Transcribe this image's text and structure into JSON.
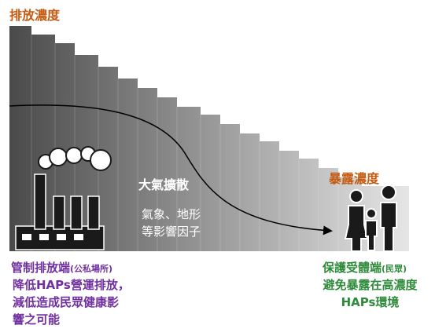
{
  "emission_label": "排放濃度",
  "exposure_label": "暴露濃度",
  "dispersion_label": "大氣擴散",
  "factors_line1": "氣象、地形",
  "factors_line2": "等影響因子",
  "source": {
    "title": "管制排放端",
    "qualifier": "(公私場所)",
    "desc_line1": "降低HAPs營運排放，",
    "desc_line2": "減低造成民眾健康影",
    "desc_line3": "響之可能"
  },
  "receptor": {
    "title": "保護受體端",
    "qualifier": "(民眾)",
    "desc_line1": "避免暴露在高濃度",
    "desc_line2": "HAPs環境"
  },
  "colors": {
    "emission": "#c55a11",
    "source": "#7030a0",
    "receptor": "#2e8b3a",
    "bar_dark": "#4a4a4a",
    "bar_light": "#e6e6e6"
  },
  "icons": [
    "factory-icon",
    "smoke-icon",
    "family-icon",
    "dispersion-arrow"
  ]
}
